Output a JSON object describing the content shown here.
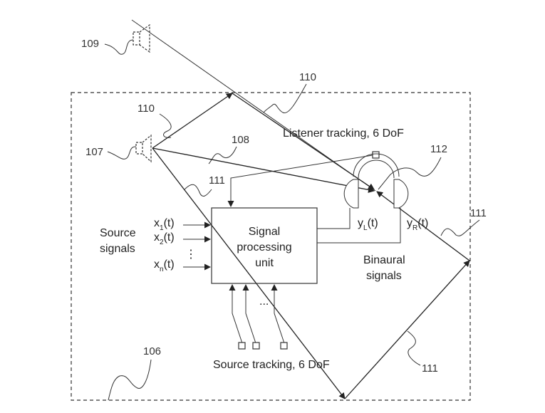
{
  "figure": {
    "room_label": "106",
    "source_real_label": "107",
    "direct_path_label": "108",
    "source_image_label": "109",
    "first_reflection_labels": [
      "110",
      "110"
    ],
    "second_reflection_labels": [
      "111",
      "111",
      "111"
    ],
    "listener_label": "112"
  },
  "labels": {
    "listener_tracking": "Listener tracking, 6 DoF",
    "source_tracking": "Source tracking, 6 DoF",
    "source_signals_line1": "Source",
    "source_signals_line2": "signals",
    "binaural_line1": "Binaural",
    "binaural_line2": "signals",
    "spu_line1": "Signal",
    "spu_line2": "processing",
    "spu_line3": "unit",
    "input_ellipsis": "⋮",
    "tracker_ellipsis": "..."
  },
  "inputs": [
    {
      "base": "x",
      "sub": "1",
      "arg": "(t)"
    },
    {
      "base": "x",
      "sub": "2",
      "arg": "(t)"
    },
    {
      "base": "x",
      "sub": "n",
      "arg": "(t)"
    }
  ],
  "outputs": [
    {
      "base": "y",
      "sub": "L",
      "arg": "(t)"
    },
    {
      "base": "y",
      "sub": "R",
      "arg": "(t)"
    }
  ]
}
